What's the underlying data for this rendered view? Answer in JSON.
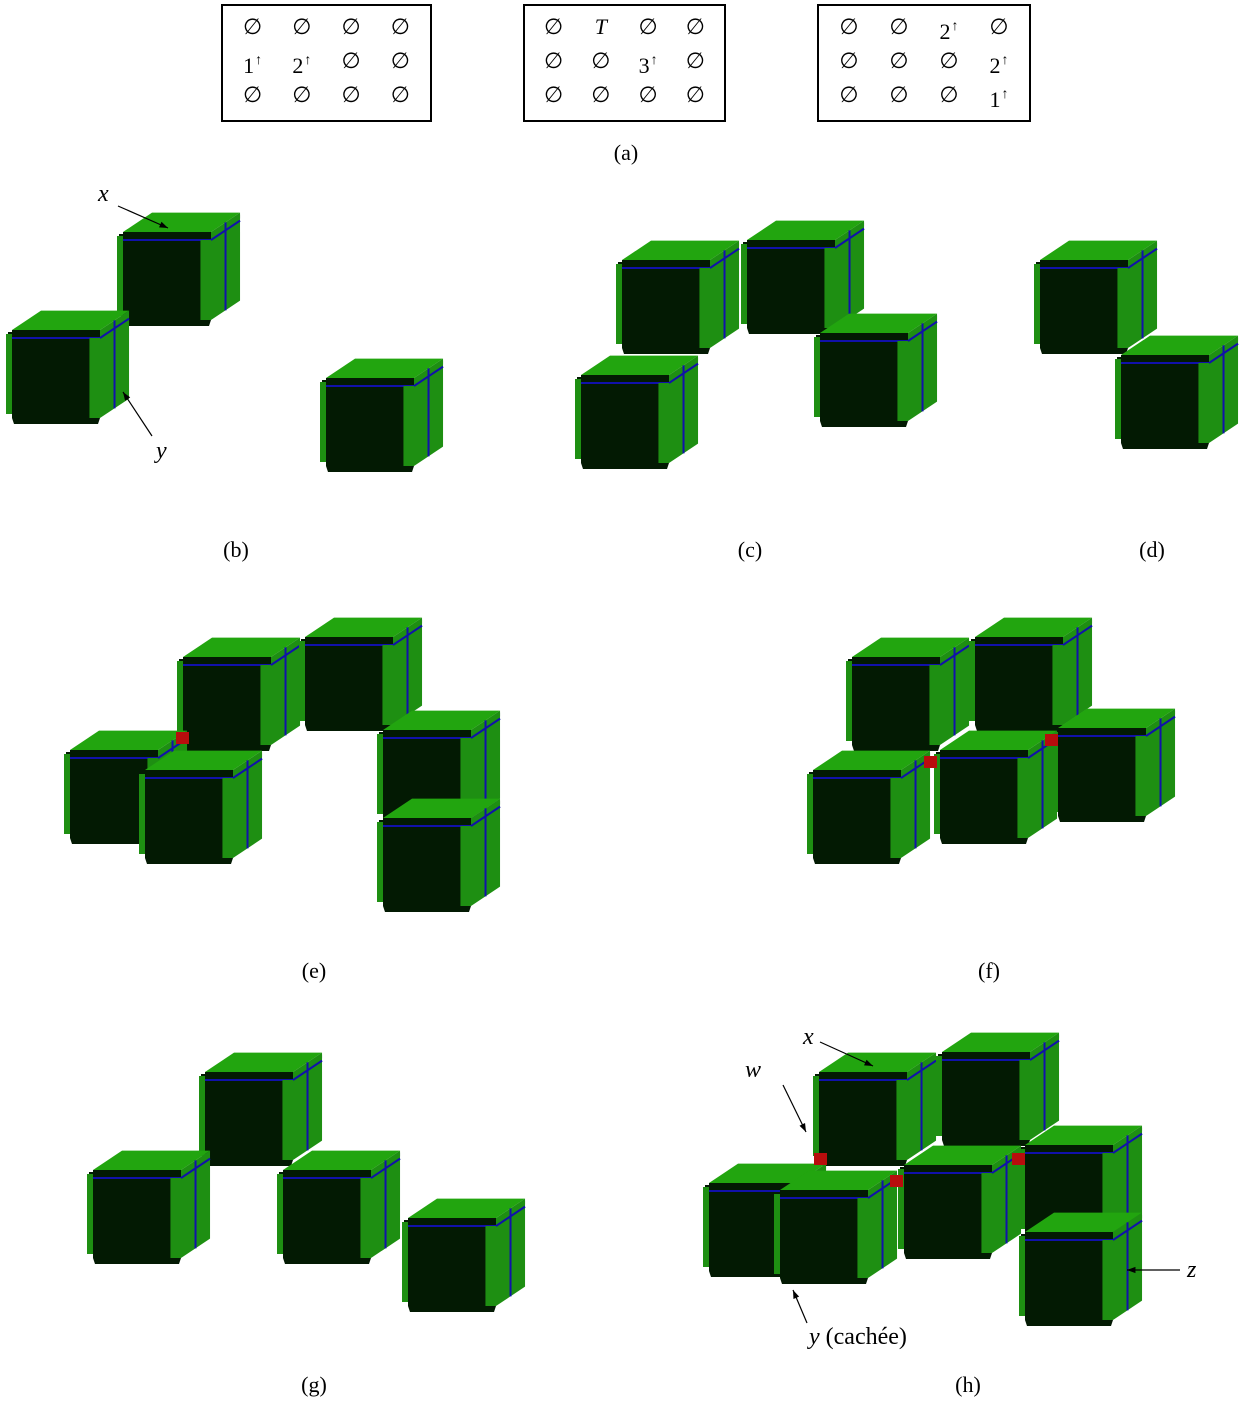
{
  "matrices": [
    {
      "rows": [
        [
          {
            "v": "∅"
          },
          {
            "v": "∅"
          },
          {
            "v": "∅"
          },
          {
            "v": "∅"
          }
        ],
        [
          {
            "v": "1",
            "up": true
          },
          {
            "v": "2",
            "up": true
          },
          {
            "v": "∅"
          },
          {
            "v": "∅"
          }
        ],
        [
          {
            "v": "∅"
          },
          {
            "v": "∅"
          },
          {
            "v": "∅"
          },
          {
            "v": "∅"
          }
        ]
      ]
    },
    {
      "rows": [
        [
          {
            "v": "∅"
          },
          {
            "v": "T",
            "italic": true
          },
          {
            "v": "∅"
          },
          {
            "v": "∅"
          }
        ],
        [
          {
            "v": "∅"
          },
          {
            "v": "∅"
          },
          {
            "v": "3",
            "up": true
          },
          {
            "v": "∅"
          }
        ],
        [
          {
            "v": "∅"
          },
          {
            "v": "∅"
          },
          {
            "v": "∅"
          },
          {
            "v": "∅"
          }
        ]
      ]
    },
    {
      "rows": [
        [
          {
            "v": "∅"
          },
          {
            "v": "∅"
          },
          {
            "v": "2",
            "up": true
          },
          {
            "v": "∅"
          }
        ],
        [
          {
            "v": "∅"
          },
          {
            "v": "∅"
          },
          {
            "v": "∅"
          },
          {
            "v": "2",
            "up": true
          }
        ],
        [
          {
            "v": "∅"
          },
          {
            "v": "∅"
          },
          {
            "v": "∅"
          },
          {
            "v": "1",
            "up": true
          }
        ]
      ]
    }
  ],
  "arrow_symbol": "↑",
  "captions": {
    "a": "(a)",
    "b": "(b)",
    "c": "(c)",
    "d": "(d)",
    "e": "(e)",
    "f": "(f)",
    "g": "(g)",
    "h": "(h)"
  },
  "labels": {
    "b_x": "x",
    "b_y": "y",
    "h_x": "x",
    "h_w": "w",
    "h_y": "y",
    "h_y_suffix": "(cachée)",
    "h_z": "z"
  },
  "colors": {
    "top": "#22a50f",
    "side": "#1e8f12",
    "front": "#031a03",
    "edge": "#1111aa",
    "gold": "#c9a814",
    "red": "#b80d0d"
  }
}
